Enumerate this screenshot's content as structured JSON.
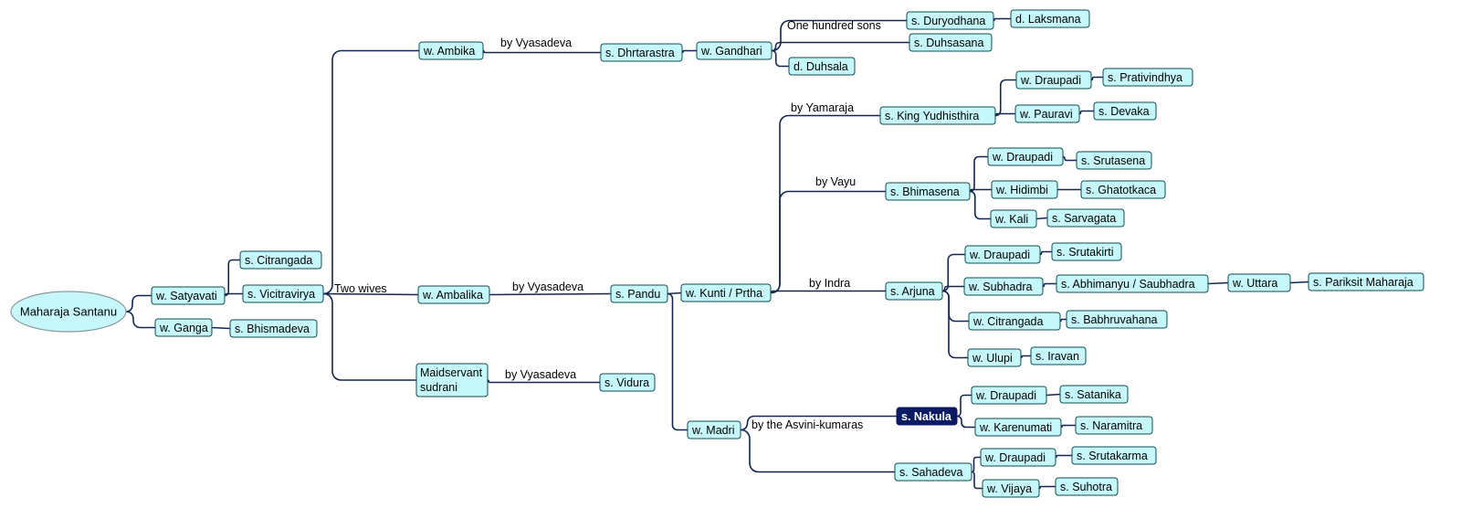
{
  "root": "Maharaja Santanu",
  "nodes": {
    "satyavati": "w. Satyavati",
    "ganga": "w. Ganga",
    "bhismadeva": "s. Bhismadeva",
    "citrangada_s": "s. Citrangada",
    "vicitravirya": "s. Vicitravirya",
    "ambika": "w. Ambika",
    "ambalika": "w. Ambalika",
    "maidservant_1": "Maidservant",
    "maidservant_2": "sudrani",
    "dhrtarastra": "s. Dhrtarastra",
    "gandhari": "w. Gandhari",
    "duryodhana": "s. Duryodhana",
    "laksmana": "d. Laksmana",
    "duhsasana": "s. Duhsasana",
    "duhsala": "d. Duhsala",
    "pandu": "s. Pandu",
    "vidura": "s. Vidura",
    "kunti": "w. Kunti / Prtha",
    "madri": "w. Madri",
    "yudhisthira": "s. King Yudhisthira",
    "draupadi_y": "w. Draupadi",
    "prativindhya": "s. Prativindhya",
    "pauravi": "w. Pauravi",
    "devaka": "s. Devaka",
    "bhimasena": "s. Bhimasena",
    "draupadi_b": "w. Draupadi",
    "srutasena": "s. Srutasena",
    "hidimbi": "w. Hidimbi",
    "ghatotkaca": "s. Ghatotkaca",
    "kali": "w. Kali",
    "sarvagata": "s. Sarvagata",
    "arjuna": "s. Arjuna",
    "draupadi_a": "w. Draupadi",
    "srutakirti": "s. Srutakirti",
    "subhadra": "w. Subhadra",
    "abhimanyu": "s. Abhimanyu / Saubhadra",
    "uttara": "w. Uttara",
    "pariksit": "s. Pariksit Maharaja",
    "citrangada_w": "w. Citrangada",
    "babhruvahana": "s. Babhruvahana",
    "ulupi": "w. Ulupi",
    "iravan": "s. Iravan",
    "nakula": "s. Nakula",
    "draupadi_n": "w. Draupadi",
    "satanika": "s. Satanika",
    "karenumati": "w. Karenumati",
    "naramitra": "s. Naramitra",
    "sahadeva": "s. Sahadeva",
    "draupadi_sd": "w. Draupadi",
    "srutakarma": "s. Srutakarma",
    "vijaya": "w. Vijaya",
    "suhotra": "s. Suhotra"
  },
  "edge_labels": {
    "two_wives": "Two wives",
    "by_vyasadeva_1": "by Vyasadeva",
    "by_vyasadeva_2": "by Vyasadeva",
    "by_vyasadeva_3": "by Vyasadeva",
    "one_hundred_sons": "One hundred sons",
    "by_yamaraja": "by Yamaraja",
    "by_vayu": "by Vayu",
    "by_indra": "by Indra",
    "by_asvini": "by the Asvini-kumaras"
  },
  "colors": {
    "node_fill": "#c6f7fb",
    "node_border": "#0d4b52",
    "edge": "#12264f",
    "highlight_fill": "#0a1a63",
    "highlight_text": "#ffffff"
  }
}
